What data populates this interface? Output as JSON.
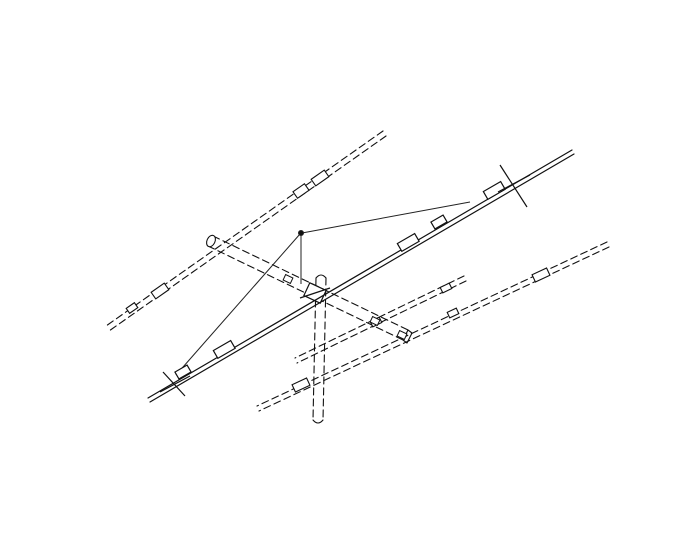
{
  "colors": {
    "background": "#ffffff",
    "ink": "#111111",
    "ink_light": "#444444",
    "element_fill": "#ffffff"
  },
  "diagram": {
    "subject": "antenna",
    "parts": [
      "mast",
      "boom",
      "boom-support-line",
      "director-element",
      "driven-element",
      "reflector-element",
      "element-trap",
      "element-insulator"
    ]
  }
}
